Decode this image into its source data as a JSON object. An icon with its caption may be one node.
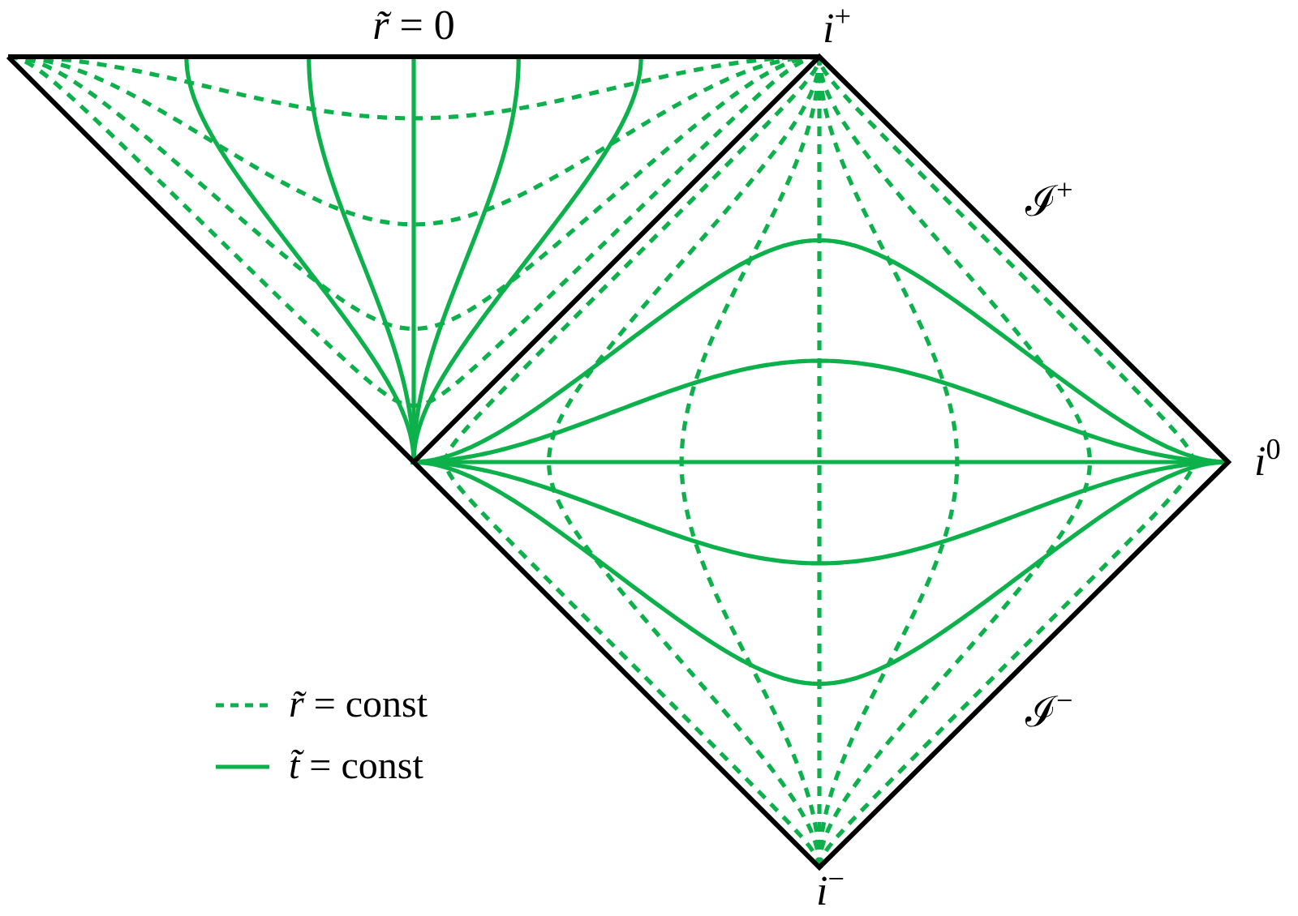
{
  "diagram": {
    "labels": [
      "*r̃* = 0",
      "*i*$^{+}$",
      "ℐ$^{+}$",
      "*i*$^{0}$",
      "ℐ$^{−}$",
      "*i*$^{−}$"
    ],
    "legend": [
      {
        "text": "*r̃* = const"
      },
      {
        "text": "*t̃* = const"
      }
    ]
  }
}
